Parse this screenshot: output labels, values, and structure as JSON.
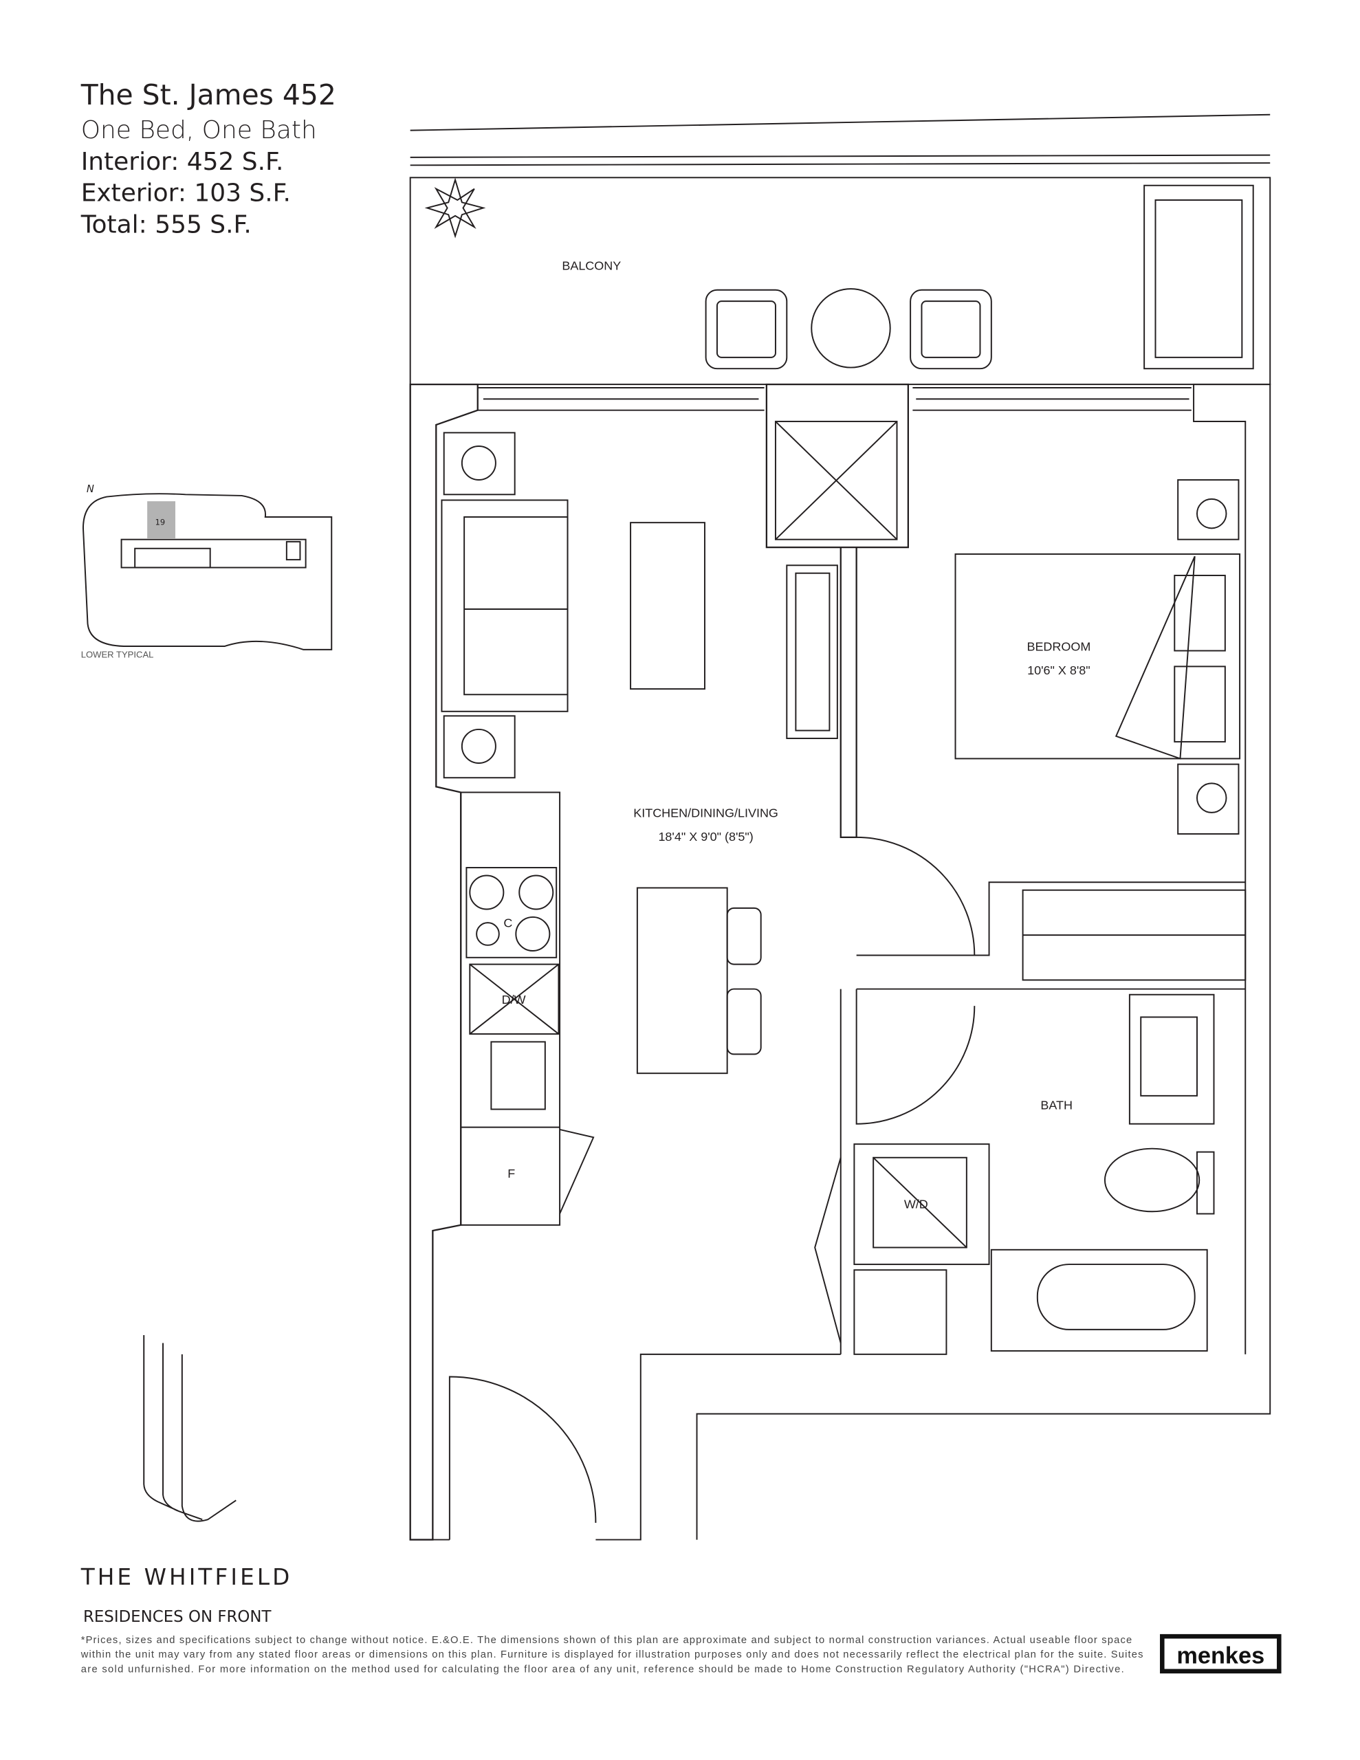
{
  "header": {
    "title": "The St. James 452",
    "type": "One Bed, One Bath",
    "interior": "Interior: 452 S.F.",
    "exterior": "Exterior: 103 S.F.",
    "total": "Total: 555 S.F."
  },
  "keyplan": {
    "north": "N",
    "unit_number": "19",
    "caption": "LOWER TYPICAL",
    "highlight_color": "#b3b3b3"
  },
  "plan": {
    "balcony": "BALCONY",
    "living_label": "KITCHEN/DINING/LIVING",
    "living_dims": "18'4\" X 9'0\" (8'5\")",
    "bedroom_label": "BEDROOM",
    "bedroom_dims": "10'6\" X 8'8\"",
    "bath_label": "BATH",
    "wd_label": "W/D",
    "cooktop_label": "C",
    "dishwasher_label": "D/W",
    "fridge_label": "F"
  },
  "branding": {
    "name": "THE WHITFIELD",
    "subtitle": "RESIDENCES ON FRONT",
    "developer": "menkes"
  },
  "disclaimer": [
    "*Prices, sizes and specifications subject to change without notice. E.&O.E. The dimensions shown of this plan are approximate and subject to normal construction variances. Actual useable floor space",
    "within the unit may vary from any stated floor areas or dimensions on this plan. Furniture is displayed for illustration purposes only and does not necessarily reflect the electrical plan for the suite. Suites",
    "are sold unfurnished. For more information on the method used for calculating the floor area of any unit, reference should be made to Home Construction Regulatory Authority (\"HCRA\") Directive."
  ]
}
